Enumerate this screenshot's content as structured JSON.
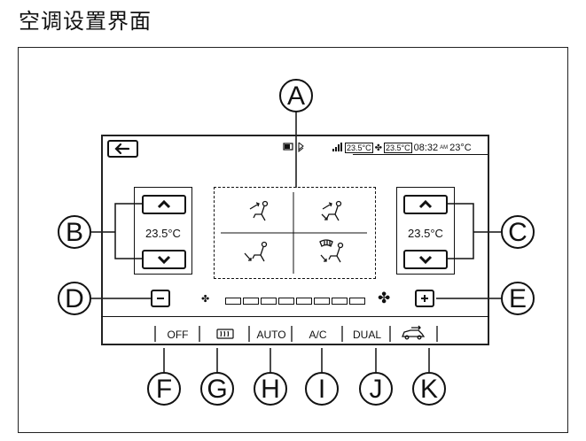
{
  "page": {
    "title": "空调设置界面"
  },
  "status_bar": {
    "reading1": "23.5°C",
    "reading2": "23.5°C",
    "time": "08:32",
    "ampm": "AM",
    "outside_temp": "23°C"
  },
  "left_zone": {
    "temperature": "23.5°C"
  },
  "right_zone": {
    "temperature": "23.5°C"
  },
  "fan": {
    "segments": 8
  },
  "bottom_bar": {
    "off_label": "OFF",
    "auto_label": "AUTO",
    "ac_label": "A/C",
    "dual_label": "DUAL"
  },
  "callouts": {
    "a": "A",
    "b": "B",
    "c": "C",
    "d": "D",
    "e": "E",
    "f": "F",
    "g": "G",
    "h": "H",
    "i": "I",
    "j": "J",
    "k": "K"
  }
}
